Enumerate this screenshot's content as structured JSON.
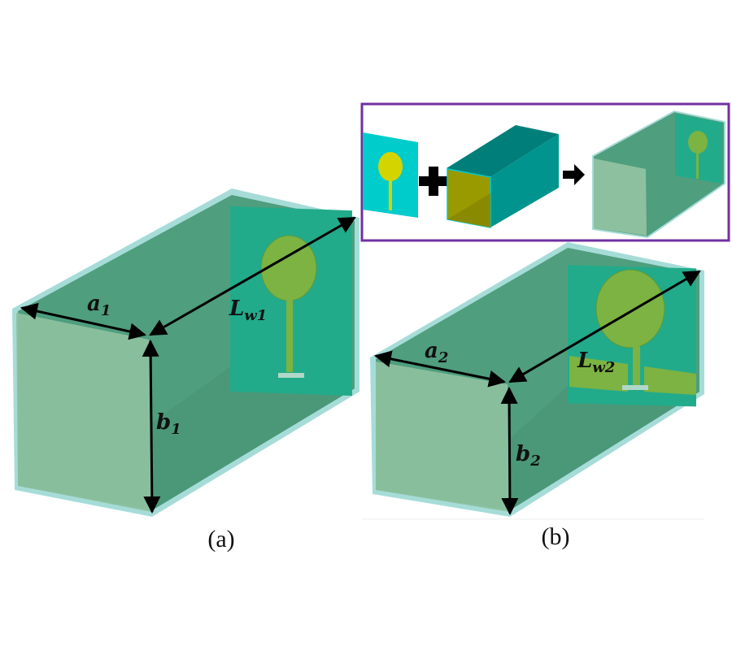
{
  "figure": {
    "panel_a": {
      "caption": "(a)",
      "dim_width": {
        "base": "a",
        "sub": "1"
      },
      "dim_height": {
        "base": "b",
        "sub": "1"
      },
      "dim_length": {
        "base": "L",
        "sub": "w1"
      }
    },
    "panel_b": {
      "caption": "(b)",
      "dim_width": {
        "base": "a",
        "sub": "2"
      },
      "dim_height": {
        "base": "b",
        "sub": "2"
      },
      "dim_length": {
        "base": "L",
        "sub": "w2"
      }
    },
    "colors": {
      "inset_border": "#7030a0",
      "box_fill": "#4f9e7e",
      "front_face": "#8cc09f",
      "back_panel": "#22ab8a",
      "antenna": "#7cb342",
      "substrate": "#00cccc",
      "patch": "#d4d400",
      "waveguide": "#00948e"
    }
  }
}
